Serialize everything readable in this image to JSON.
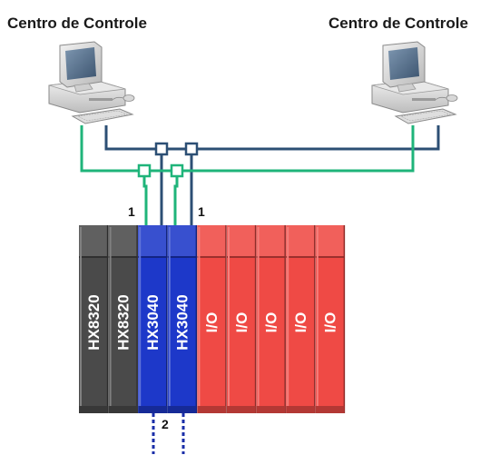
{
  "diagram": {
    "control_centers": [
      {
        "label": "Centro de Controle"
      },
      {
        "label": "Centro de Controle"
      }
    ],
    "network_labels": {
      "left": "1",
      "right": "1",
      "bottom": "2"
    },
    "modules": [
      {
        "label": "HX8320",
        "kind": "cpu"
      },
      {
        "label": "HX8320",
        "kind": "cpu"
      },
      {
        "label": "HX3040",
        "kind": "comm"
      },
      {
        "label": "HX3040",
        "kind": "comm"
      },
      {
        "label": "I/O",
        "kind": "io"
      },
      {
        "label": "I/O",
        "kind": "io"
      },
      {
        "label": "I/O",
        "kind": "io"
      },
      {
        "label": "I/O",
        "kind": "io"
      },
      {
        "label": "I/O",
        "kind": "io"
      }
    ],
    "colors": {
      "network_green": "#1fb47a",
      "network_blue": "#2c4f74",
      "cpu": "#4a4a4a",
      "comm": "#1d38c9",
      "io": "#ef4a45",
      "redundant_link": "#1a2ea8"
    }
  }
}
